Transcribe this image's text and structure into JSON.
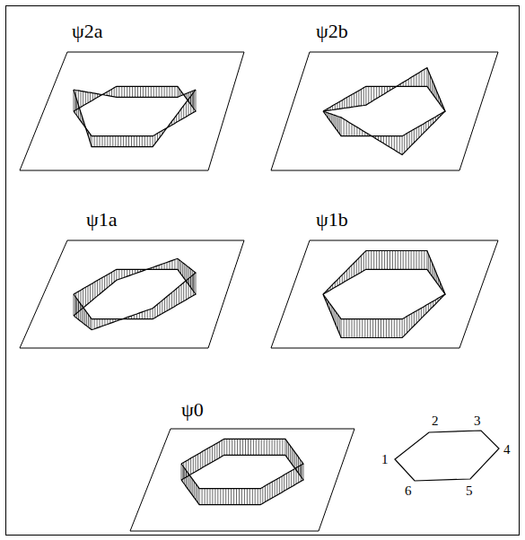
{
  "diagram": {
    "labels": [
      "ψ2a",
      "ψ2b",
      "ψ1a",
      "ψ1b",
      "ψ0",
      "2",
      "3",
      "1",
      "4",
      "6",
      "5"
    ]
  }
}
